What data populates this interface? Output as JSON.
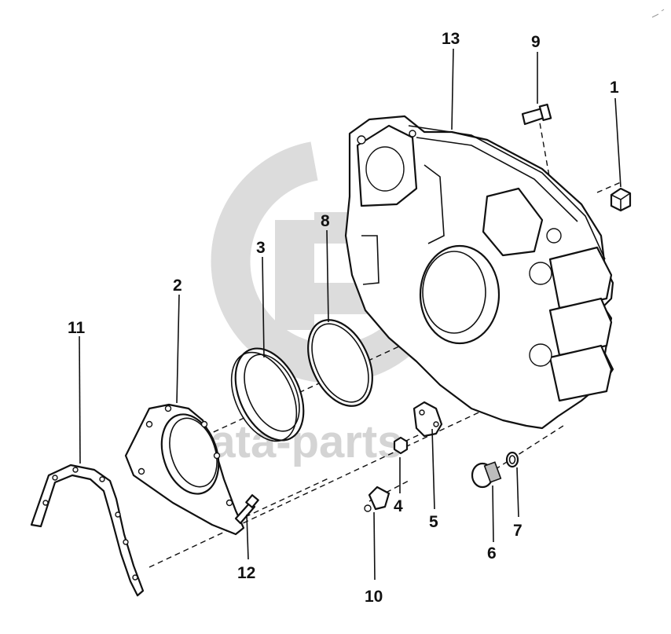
{
  "watermark": {
    "text": "data-parts",
    "color": "#d4d4d4"
  },
  "callouts": [
    {
      "id": "1",
      "label": "1"
    },
    {
      "id": "2",
      "label": "2"
    },
    {
      "id": "3",
      "label": "3"
    },
    {
      "id": "4",
      "label": "4"
    },
    {
      "id": "5",
      "label": "5"
    },
    {
      "id": "6",
      "label": "6"
    },
    {
      "id": "7",
      "label": "7"
    },
    {
      "id": "8",
      "label": "8"
    },
    {
      "id": "9",
      "label": "9"
    },
    {
      "id": "10",
      "label": "10"
    },
    {
      "id": "11",
      "label": "11"
    },
    {
      "id": "12",
      "label": "12"
    },
    {
      "id": "13",
      "label": "13"
    }
  ],
  "colors": {
    "line": "#111111",
    "background": "#ffffff",
    "watermark": "#d4d4d4"
  }
}
